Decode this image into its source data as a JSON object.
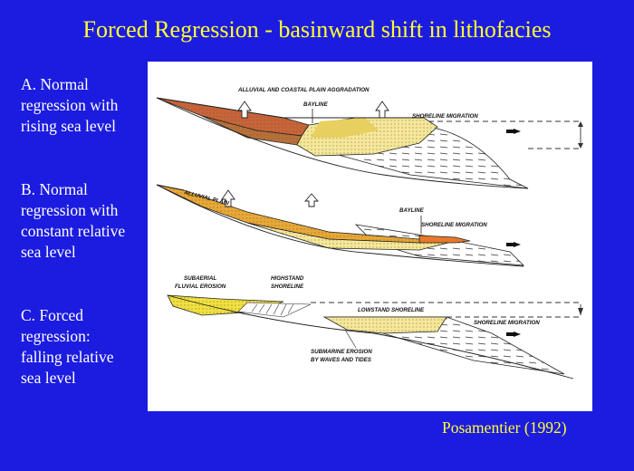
{
  "title": "Forced Regression - basinward shift in lithofacies",
  "labels": {
    "a": "A. Normal\nregression with\nrising sea level",
    "b": "B. Normal\nregression with\nconstant relative\nsea level",
    "c": "C. Forced\nregression:\nfalling relative\nsea level"
  },
  "figure": {
    "panel_a": {
      "aggradation": "ALLUVIAL AND COASTAL PLAIN AGGRADATION",
      "bayline": "BAYLINE",
      "migration": "SHORELINE MIGRATION"
    },
    "panel_b": {
      "alluvial_plain": "ALLUVIAL PLAIN",
      "bayline": "BAYLINE",
      "migration": "SHORELINE MIGRATION"
    },
    "panel_c": {
      "subaerial_1": "SUBAERIAL",
      "subaerial_2": "FLUVIAL EROSION",
      "highstand_1": "HIGHSTAND",
      "highstand_2": "SHORELINE",
      "lowstand": "LOWSTAND SHORELINE",
      "migration": "SHORELINE MIGRATION",
      "submarine_1": "SUBMARINE EROSION",
      "submarine_2": "BY WAVES AND TIDES"
    }
  },
  "citation": "Posamentier (1992)",
  "colors": {
    "background": "#1c1ce0",
    "title": "#ffff33",
    "alluvial": "#c8643a",
    "coastal": "#f0e070",
    "shoreface": "#f5ec9a",
    "accent_orange": "#e8782a"
  }
}
